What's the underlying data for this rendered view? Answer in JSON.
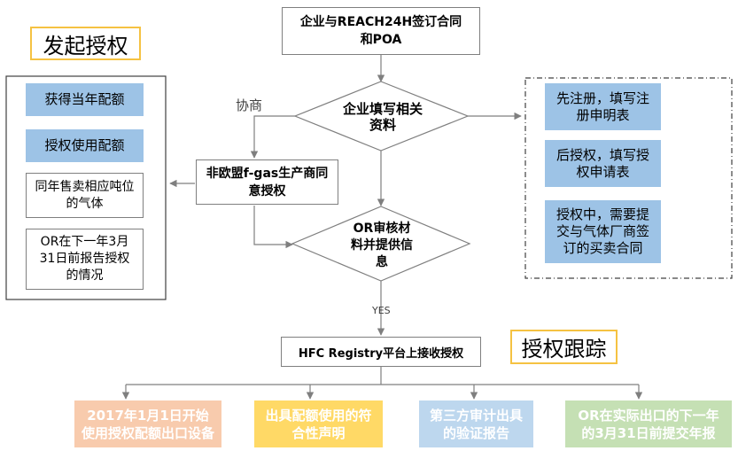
{
  "tags": {
    "initiate": "发起授权",
    "tracking": "授权跟踪"
  },
  "flow": {
    "contract": "企业与REACH24H签订合同和POA",
    "fill_info": "企业填写相关资料",
    "negotiate": "协商",
    "non_eu": "非欧盟f-gas生产商同意授权",
    "or_review": "OR审核材料并提供信息",
    "yes": "YES",
    "registry": "HFC Registry平台上接收授权"
  },
  "left_panel": [
    "获得当年配额",
    "授权使用配额",
    "同年售卖相应吨位的气体",
    "OR在下一年3月31日前报告授权的情况"
  ],
  "right_panel": [
    "先注册，填写注册申明表",
    "后授权，填写授权申请表",
    "授权中，需要提交与气体厂商签订的买卖合同"
  ],
  "bottom": [
    {
      "text": "2017年1月1日开始使用授权配额出口设备",
      "color": "#f8cbad"
    },
    {
      "text": "出具配额使用的符合性声明",
      "color": "#ffd966"
    },
    {
      "text": "第三方审计出具的验证报告",
      "color": "#bdd7ee"
    },
    {
      "text": "OR在实际出口的下一年的3月31日前提交年报",
      "color": "#c5e0b4"
    }
  ]
}
